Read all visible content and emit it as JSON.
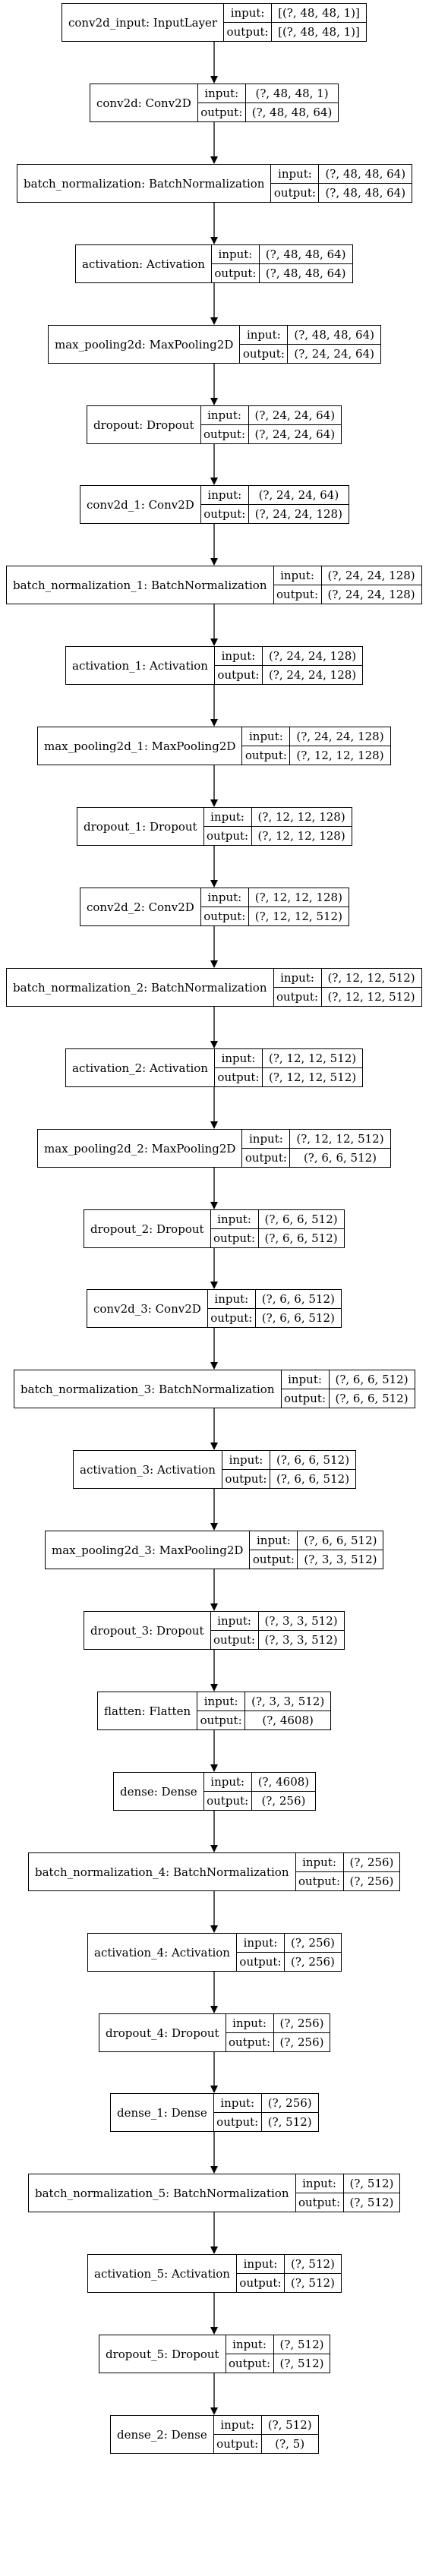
{
  "labels": {
    "input": "input:",
    "output": "output:"
  },
  "layers": [
    {
      "name": "conv2d_input: InputLayer",
      "input": "[(?, 48, 48, 1)]",
      "output": "[(?, 48, 48, 1)]"
    },
    {
      "name": "conv2d: Conv2D",
      "input": "(?, 48, 48, 1)",
      "output": "(?, 48, 48, 64)"
    },
    {
      "name": "batch_normalization: BatchNormalization",
      "input": "(?, 48, 48, 64)",
      "output": "(?, 48, 48, 64)"
    },
    {
      "name": "activation: Activation",
      "input": "(?, 48, 48, 64)",
      "output": "(?, 48, 48, 64)"
    },
    {
      "name": "max_pooling2d: MaxPooling2D",
      "input": "(?, 48, 48, 64)",
      "output": "(?, 24, 24, 64)"
    },
    {
      "name": "dropout: Dropout",
      "input": "(?, 24, 24, 64)",
      "output": "(?, 24, 24, 64)"
    },
    {
      "name": "conv2d_1: Conv2D",
      "input": "(?, 24, 24, 64)",
      "output": "(?, 24, 24, 128)"
    },
    {
      "name": "batch_normalization_1: BatchNormalization",
      "input": "(?, 24, 24, 128)",
      "output": "(?, 24, 24, 128)"
    },
    {
      "name": "activation_1: Activation",
      "input": "(?, 24, 24, 128)",
      "output": "(?, 24, 24, 128)"
    },
    {
      "name": "max_pooling2d_1: MaxPooling2D",
      "input": "(?, 24, 24, 128)",
      "output": "(?, 12, 12, 128)"
    },
    {
      "name": "dropout_1: Dropout",
      "input": "(?, 12, 12, 128)",
      "output": "(?, 12, 12, 128)"
    },
    {
      "name": "conv2d_2: Conv2D",
      "input": "(?, 12, 12, 128)",
      "output": "(?, 12, 12, 512)"
    },
    {
      "name": "batch_normalization_2: BatchNormalization",
      "input": "(?, 12, 12, 512)",
      "output": "(?, 12, 12, 512)"
    },
    {
      "name": "activation_2: Activation",
      "input": "(?, 12, 12, 512)",
      "output": "(?, 12, 12, 512)"
    },
    {
      "name": "max_pooling2d_2: MaxPooling2D",
      "input": "(?, 12, 12, 512)",
      "output": "(?, 6, 6, 512)"
    },
    {
      "name": "dropout_2: Dropout",
      "input": "(?, 6, 6, 512)",
      "output": "(?, 6, 6, 512)"
    },
    {
      "name": "conv2d_3: Conv2D",
      "input": "(?, 6, 6, 512)",
      "output": "(?, 6, 6, 512)"
    },
    {
      "name": "batch_normalization_3: BatchNormalization",
      "input": "(?, 6, 6, 512)",
      "output": "(?, 6, 6, 512)"
    },
    {
      "name": "activation_3: Activation",
      "input": "(?, 6, 6, 512)",
      "output": "(?, 6, 6, 512)"
    },
    {
      "name": "max_pooling2d_3: MaxPooling2D",
      "input": "(?, 6, 6, 512)",
      "output": "(?, 3, 3, 512)"
    },
    {
      "name": "dropout_3: Dropout",
      "input": "(?, 3, 3, 512)",
      "output": "(?, 3, 3, 512)"
    },
    {
      "name": "flatten: Flatten",
      "input": "(?, 3, 3, 512)",
      "output": "(?, 4608)"
    },
    {
      "name": "dense: Dense",
      "input": "(?, 4608)",
      "output": "(?, 256)"
    },
    {
      "name": "batch_normalization_4: BatchNormalization",
      "input": "(?, 256)",
      "output": "(?, 256)"
    },
    {
      "name": "activation_4: Activation",
      "input": "(?, 256)",
      "output": "(?, 256)"
    },
    {
      "name": "dropout_4: Dropout",
      "input": "(?, 256)",
      "output": "(?, 256)"
    },
    {
      "name": "dense_1: Dense",
      "input": "(?, 256)",
      "output": "(?, 512)"
    },
    {
      "name": "batch_normalization_5: BatchNormalization",
      "input": "(?, 512)",
      "output": "(?, 512)"
    },
    {
      "name": "activation_5: Activation",
      "input": "(?, 512)",
      "output": "(?, 512)"
    },
    {
      "name": "dropout_5: Dropout",
      "input": "(?, 512)",
      "output": "(?, 512)"
    },
    {
      "name": "dense_2: Dense",
      "input": "(?, 512)",
      "output": "(?, 5)"
    }
  ]
}
